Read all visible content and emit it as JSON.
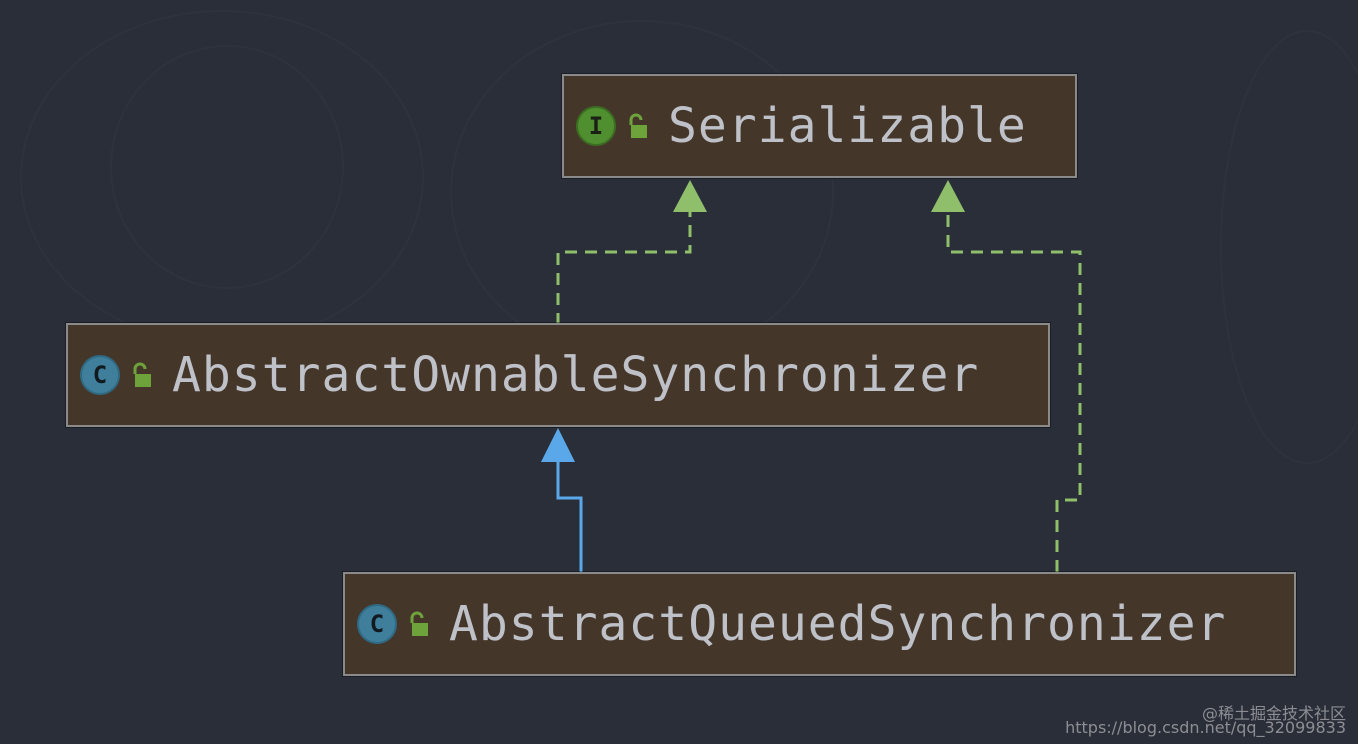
{
  "diagram": {
    "nodes": [
      {
        "id": "serializable",
        "kind": "interface",
        "badge_letter": "I",
        "label": "Serializable"
      },
      {
        "id": "aos",
        "kind": "class",
        "badge_letter": "C",
        "label": "AbstractOwnableSynchronizer"
      },
      {
        "id": "aqs",
        "kind": "class",
        "badge_letter": "C",
        "label": "AbstractQueuedSynchronizer"
      }
    ],
    "edges": [
      {
        "from": "AbstractOwnableSynchronizer",
        "to": "Serializable",
        "relation": "implements",
        "style": "dashed",
        "color": "#8fbf6a"
      },
      {
        "from": "AbstractQueuedSynchronizer",
        "to": "Serializable",
        "relation": "implements",
        "style": "dashed",
        "color": "#8fbf6a"
      },
      {
        "from": "AbstractQueuedSynchronizer",
        "to": "AbstractOwnableSynchronizer",
        "relation": "extends",
        "style": "solid",
        "color": "#5aa8ea"
      }
    ]
  },
  "icons": {
    "interface_badge": "interface-badge-icon",
    "class_badge": "class-badge-icon",
    "public_access": "open-lock-icon"
  },
  "colors": {
    "background": "#2a2e39",
    "node_fill": "#45362a",
    "node_border": "#8a8a8a",
    "node_text": "#bfc1c8",
    "interface_badge": "#4f8f2f",
    "class_badge": "#3f7f9b",
    "lock": "#6ea33c",
    "implements_arrow": "#8fbf6a",
    "extends_arrow": "#5aa8ea"
  },
  "watermark": {
    "line1": "@稀土掘金技术社区",
    "line2": "https://blog.csdn.net/qq_32099833"
  }
}
